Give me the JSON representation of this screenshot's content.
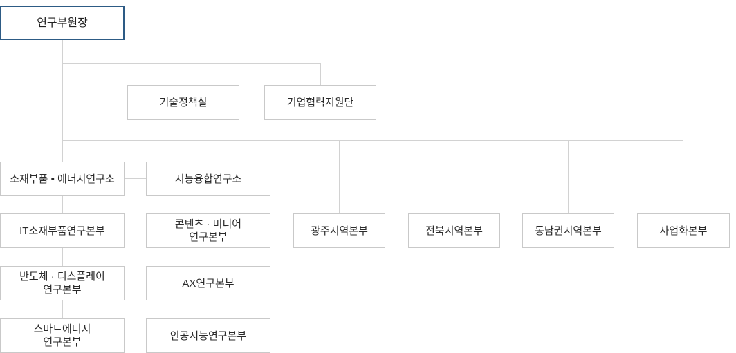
{
  "org_chart": {
    "vice_president": "연구부원장",
    "staff": {
      "tech_policy": "기술정책실",
      "corporate_cooperation": "기업협력지원단"
    },
    "materials_energy_institute": {
      "label": "소재부품 • 에너지연구소",
      "units": {
        "it_materials": "IT소재부품연구본부",
        "semiconductor_display": "반도체 · 디스플레이\n연구본부",
        "smart_energy": "스마트에너지\n연구본부"
      }
    },
    "intelligence_convergence_institute": {
      "label": "지능융합연구소",
      "units": {
        "content_media": "콘텐츠 · 미디어\n연구본부",
        "ax": "AX연구본부",
        "ai": "인공지능연구본부"
      }
    },
    "regional": {
      "gwangju": "광주지역본부",
      "jeonbuk": "전북지역본부",
      "dongnam": "동남권지역본부"
    },
    "commercialization": "사업화본부",
    "colors": {
      "root_border": "#2d5b85",
      "box_border": "#c9c9c9",
      "connector": "#d2d2d2"
    }
  }
}
